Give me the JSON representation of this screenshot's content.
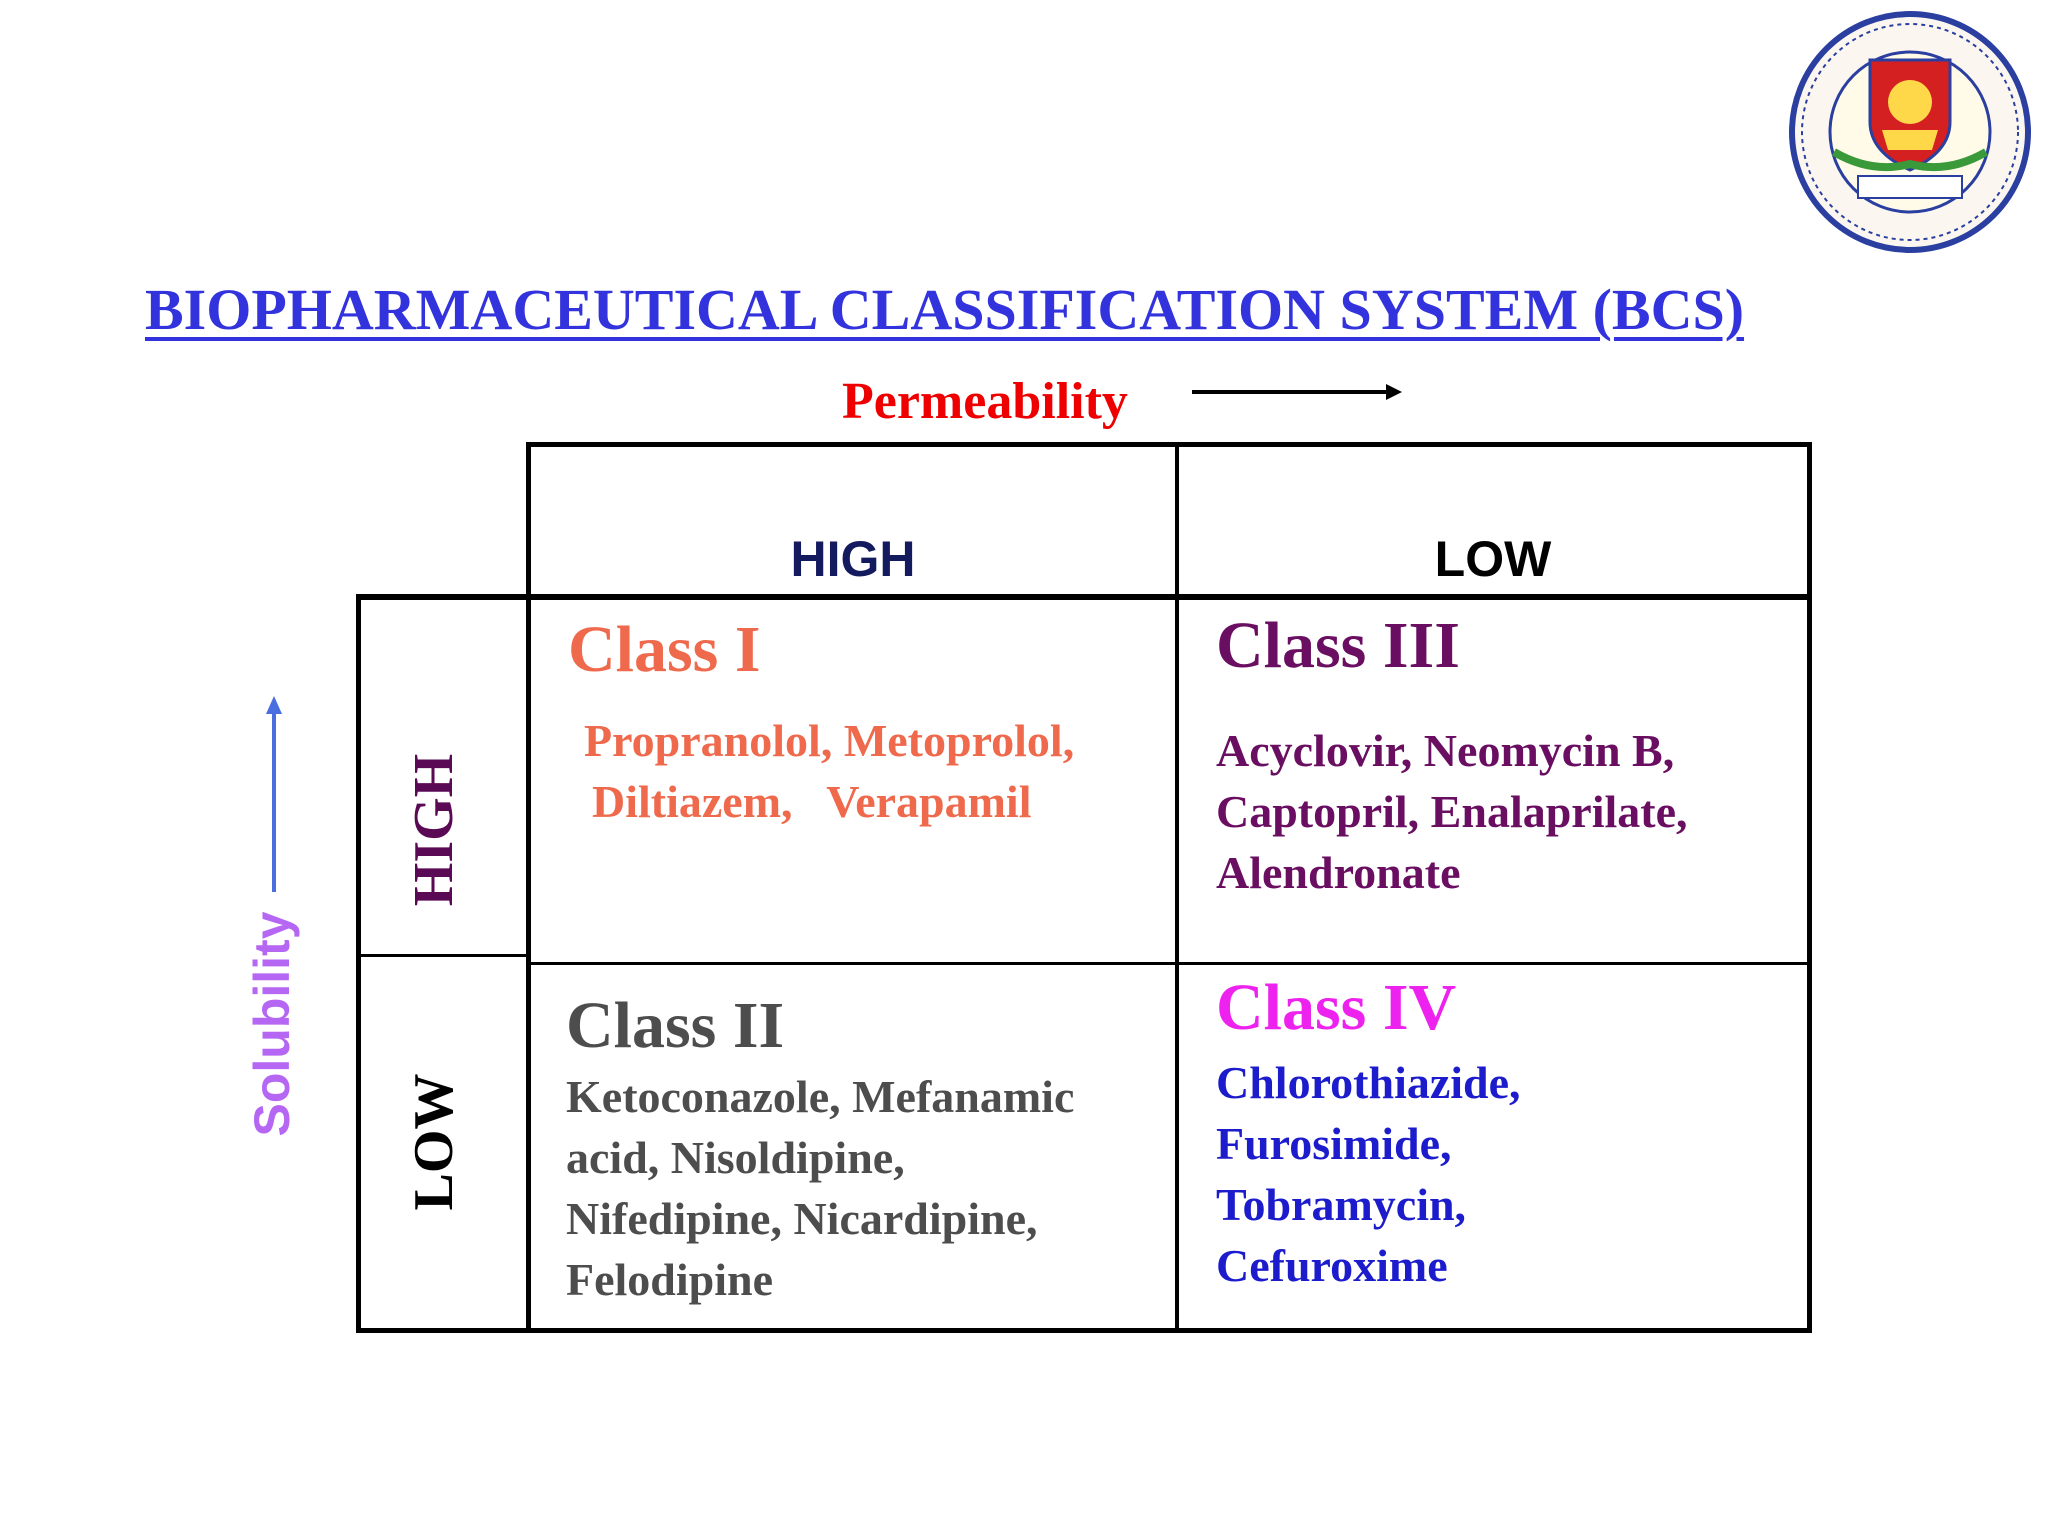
{
  "title": "BIOPHARMACEUTICAL CLASSIFICATION SYSTEM (BCS)",
  "logo": {
    "icon": "university-seal-icon",
    "colors": {
      "ring": "#2a3fa0",
      "shield": "#d42020",
      "leaves": "#3a9a3a"
    }
  },
  "axes": {
    "permeability": {
      "label": "Permeability",
      "color": "#ee0000"
    },
    "solubility": {
      "label": "Solubility",
      "color": "#b566f2"
    }
  },
  "columns": [
    {
      "label": "HIGH",
      "color": "#141a5e"
    },
    {
      "label": "LOW",
      "color": "#000000"
    }
  ],
  "rows": [
    {
      "label": "HIGH",
      "color": "#5a0a55"
    },
    {
      "label": "LOW",
      "color": "#000000"
    }
  ],
  "classes": [
    {
      "name": "Class I",
      "color": "#ef6a4d",
      "drugs": [
        "Propranolol, Metoprolol,",
        "Diltiazem,   Verapamil"
      ]
    },
    {
      "name": "Class III",
      "color": "#6a0e62",
      "drugs": [
        "Acyclovir, Neomycin B,",
        "Captopril, Enalaprilate,",
        "Alendronate"
      ]
    },
    {
      "name": "Class II",
      "color": "#4d4d4d",
      "drugs": [
        "Ketoconazole, Mefanamic",
        "acid, Nisoldipine,",
        "Nifedipine, Nicardipine,",
        "Felodipine"
      ]
    },
    {
      "name": "Class IV",
      "title_color": "#ee22ee",
      "color": "#1c1ccc",
      "drugs": [
        "Chlorothiazide,",
        "Furosimide,",
        "Tobramycin,",
        "Cefuroxime"
      ]
    }
  ]
}
